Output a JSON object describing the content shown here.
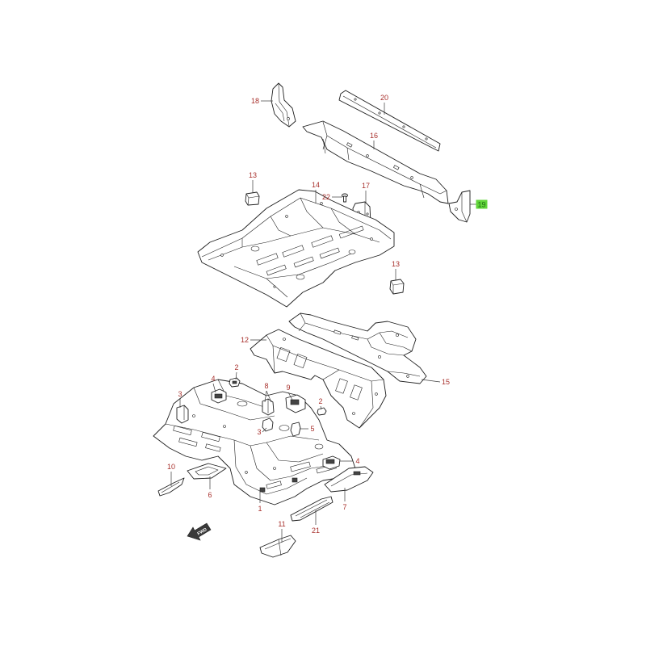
{
  "diagram": {
    "callouts": [
      "18",
      "20",
      "16",
      "13",
      "14",
      "22",
      "17",
      "19",
      "13",
      "12",
      "15",
      "2",
      "4",
      "3",
      "8",
      "9",
      "2",
      "3",
      "5",
      "4",
      "10",
      "6",
      "7",
      "1",
      "11",
      "21"
    ],
    "highlighted_callout": "19",
    "fwd_label": "FWD"
  },
  "colors": {
    "callout": "#a8302c",
    "highlight": "#62d63a",
    "leader": "#3a3a3a",
    "stroke": "#1e1e1e",
    "fill": "#ffffff"
  }
}
